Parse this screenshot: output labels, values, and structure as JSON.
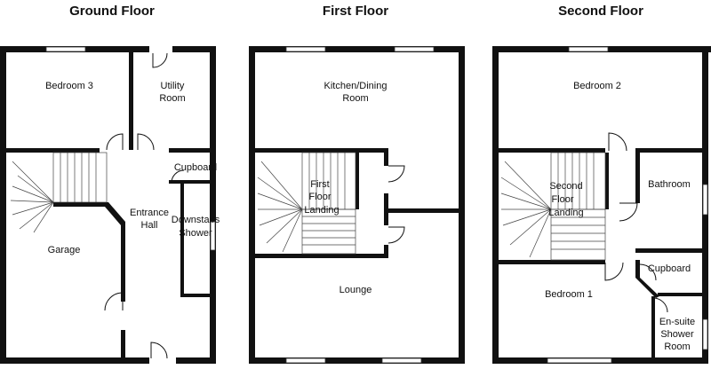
{
  "floors": [
    {
      "title": "Ground Floor",
      "rooms": [
        "Bedroom 3",
        "Utility",
        "Room",
        "Cupboard",
        "Entrance",
        "Hall",
        "Downstairs",
        "Shower",
        "Garage"
      ]
    },
    {
      "title": "First Floor",
      "rooms": [
        "Kitchen/Dining",
        "Room",
        "First",
        "Floor",
        "Landing",
        "Lounge"
      ]
    },
    {
      "title": "Second Floor",
      "rooms": [
        "Bedroom 2",
        "Second",
        "Floor",
        "Landing",
        "Bathroom",
        "Cupboard",
        "Bedroom 1",
        "En-suite",
        "Shower",
        "Room"
      ]
    }
  ]
}
